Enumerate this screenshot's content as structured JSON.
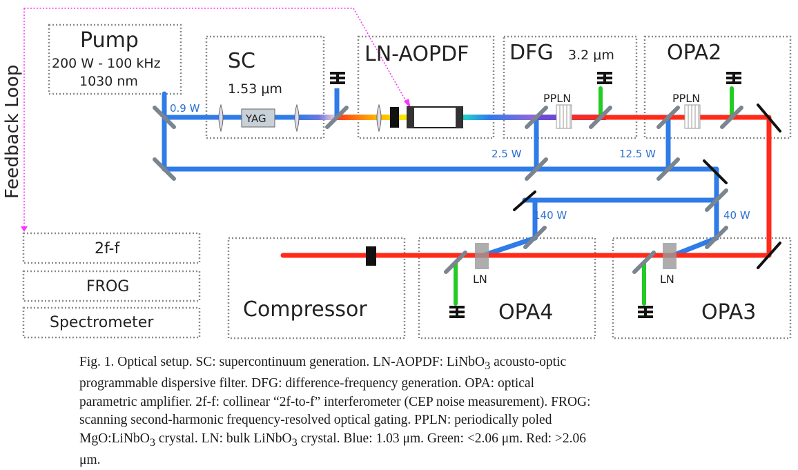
{
  "figure": {
    "feedback_label": "Feedback Loop",
    "pump": {
      "title": "Pump",
      "line1": "200 W - 100 kHz",
      "line2": "1030 nm"
    },
    "sc": {
      "title": "SC",
      "wavelength": "1.53 μm",
      "crystal": "YAG"
    },
    "aopdf": {
      "title": "LN-AOPDF"
    },
    "dfg": {
      "title": "DFG",
      "wavelength": "3.2 μm",
      "crystal": "PPLN"
    },
    "opa2": {
      "title": "OPA2",
      "crystal": "PPLN"
    },
    "opa3": {
      "title": "OPA3",
      "crystal": "LN"
    },
    "opa4": {
      "title": "OPA4",
      "crystal": "LN"
    },
    "compressor": {
      "title": "Compressor"
    },
    "diagnostics": [
      "2f-f",
      "FROG",
      "Spectrometer"
    ],
    "powers": {
      "sc_in": "0.9 W",
      "dfg_in": "2.5 W",
      "opa2_in": "12.5 W",
      "opa3_in": "40 W",
      "opa4_in": "140 W"
    },
    "colors": {
      "blue": "#2f7be8",
      "green": "#22cc22",
      "red": "#ff2a1a",
      "feedback": "#ff33ff"
    }
  },
  "caption": {
    "l1": "Fig. 1. Optical setup. SC: supercontinuum generation. LN-AOPDF: LiNbO",
    "l1_sub": "3",
    "l1_end": " acousto-optic",
    "l2": "programmable dispersive filter. DFG: difference-frequency generation. OPA: optical",
    "l3": "parametric amplifier. 2f-f: collinear “2f-to-f” interferometer (CEP noise measurement). FROG:",
    "l4": "scanning second-harmonic frequency-resolved optical gating. PPLN: periodically poled",
    "l5a": "MgO:LiNbO",
    "l5_sub1": "3",
    "l5b": " crystal. LN: bulk LiNbO",
    "l5_sub2": "3",
    "l5c": " crystal. Blue: 1.03 μm. Green: <2.06 μm. Red: >2.06",
    "l6": "μm."
  }
}
